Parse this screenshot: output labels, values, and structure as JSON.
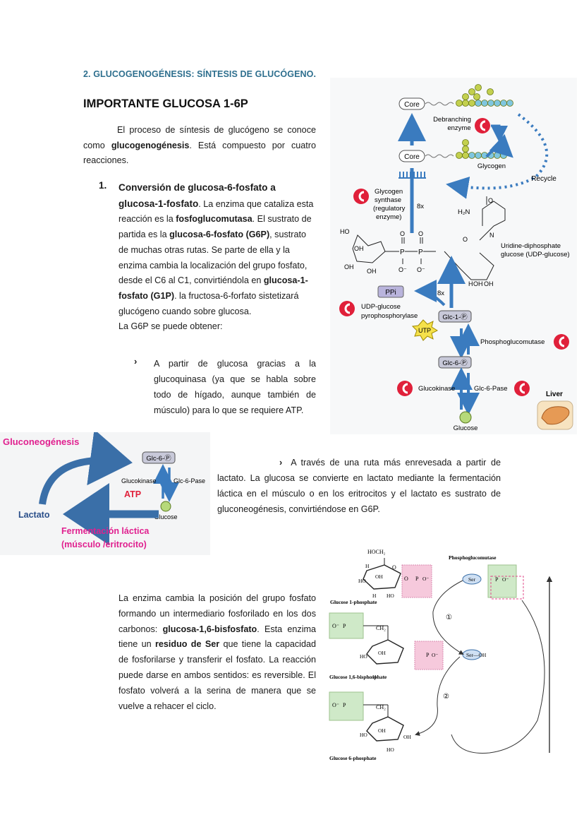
{
  "section_title": "2. GLUCOGENOGÉNESIS: SÍNTESIS DE GLUCÓGENO.",
  "main_title": "IMPORTANTE GLUCOSA 1-6P",
  "intro": {
    "t1": "El proceso de síntesis de glucógeno se conoce como ",
    "b1": "glucogenogénesis",
    "t2": ". Está compuesto por cuatro reacciones."
  },
  "step1": {
    "number": "1.",
    "heading": "Conversión de glucosa-6-fosfato a glucosa-1-fosfato",
    "t1": ". La enzima que cataliza esta reacción es la ",
    "b1": "fosfoglucomutasa",
    "t2": ". El sustrato de partida es la ",
    "b2": "glucosa-6-fosfato (G6P)",
    "t3": ", sustrato de muchas otras rutas. Se parte de ella y la enzima cambia la localización del grupo fosfato, desde el C6 al C1, convirtiéndola en ",
    "b3": "glucosa-1-fosfato (G1P)",
    "t4": ". la fructosa-6-forfato sistetizará glucógeno cuando sobre glucosa.",
    "line2": "La G6P se puede obtener:"
  },
  "bullet_glyph": "›",
  "bullet1": "A partir de glucosa gracias a la glucoquinasa (ya que se habla sobre todo de hígado, aunque también de músculo) para lo que se requiere ATP.",
  "bullet2": "A través de una ruta más enrevesada a partir de lactato. La glucosa se convierte en lactato mediante la fermentación láctica en el músculo o en los eritrocitos y el lactato es sustrato de gluconeogénesis, convirtiéndose en G6P.",
  "para3": {
    "t1": "La enzima cambia la posición del grupo fosfato formando un intermediario fosforilado en los dos carbonos: ",
    "b1": "glucosa-1,6-bisfosfato",
    "t2": ". Esta enzima tiene un ",
    "b2": "residuo de Ser",
    "t3": " que tiene la capacidad de fosforilarse y transferir el fosfato. La reacción puede darse en ambos sentidos: es reversible. El fosfato volverá a la serina de manera que se vuelve a rehacer el ciclo."
  },
  "fig1": {
    "core": "Core",
    "debranching": "Debranching",
    "enzyme": "enzyme",
    "glycogen": "Glycogen",
    "recycle": "Recycle",
    "gs1": "Glycogen",
    "gs2": "synthase",
    "gs3": "(regulatory",
    "gs4": "enzyme)",
    "x8": "8x",
    "h2n": "H₂N",
    "o": "O",
    "n": "N",
    "ho": "HO",
    "oh": "OH",
    "p": "P",
    "o_minus": "O⁻",
    "h": "H",
    "udpg1": "Uridine-diphosphate",
    "udpg2": "glucose (UDP-glucose)",
    "ppi": "PPi",
    "udpp1": "UDP-glucose",
    "udpp2": "pyrophosphorylase",
    "utp": "UTP",
    "glc1p": "Glc-1-Ⓟ",
    "pgm": "Phosphoglucomutase",
    "glc6p": "Glc-6-Ⓟ",
    "glucokinase": "Glucokinase",
    "g6pase": "Glc-6-Pase",
    "glucose": "Glucose",
    "liver": "Liver"
  },
  "fig2": {
    "gluconeo": "Gluconeogénesis",
    "glc6p": "Glc-6-Ⓟ",
    "glucokinase": "Glucokinase",
    "g6pase": "Glc-6-Pase",
    "atp": "ATP",
    "glucose": "Glucose",
    "lactato": "Lactato",
    "ferm1": "Fermentación láctica",
    "ferm2": "(músculo /eritrocito)"
  },
  "fig3": {
    "hoch2": "HOCH₂",
    "ch2": "CH₂",
    "h": "H",
    "oh": "OH",
    "ho": "HO",
    "o": "O",
    "p": "P",
    "o_minus": "O⁻",
    "g1p": "Glucose 1-phosphate",
    "g16bp": "Glucose 1,6-bisphosphate",
    "g6p": "Glucose 6-phosphate",
    "pgm": "Phosphoglucomutase",
    "ser": "Ser",
    "ser_oh": "Ser—OH",
    "step1": "①",
    "step2": "②"
  },
  "colors": {
    "title_blue": "#2e6f8e",
    "arrow_blue": "#3a7bbf",
    "magenta": "#d9268b",
    "red": "#e0203a",
    "pink_box": "#f6c9dc",
    "green_box": "#cfe9c8"
  }
}
